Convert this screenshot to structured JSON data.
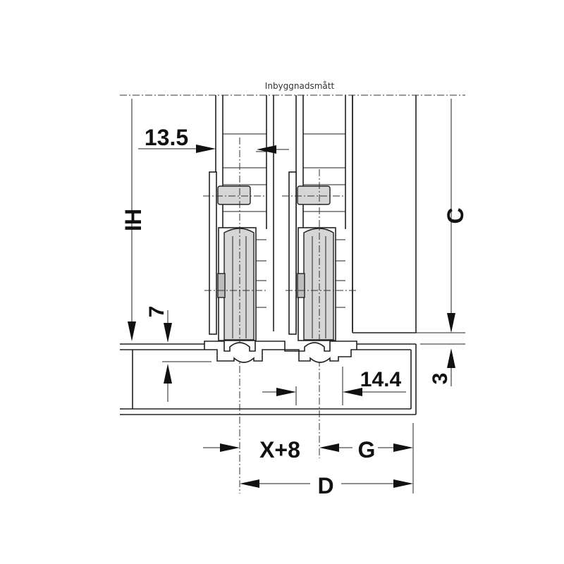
{
  "caption": "Inbyggnadsmått",
  "dimensions": {
    "offset_top": "13.5",
    "installation_height": "IH",
    "track_height": "7",
    "clearance_c": "C",
    "offset_side": "14.4",
    "bottom_gap": "3",
    "spacing_x": "X+8",
    "spacing_g": "G",
    "depth_d": "D"
  },
  "colors": {
    "line": "#222222",
    "wheel_fill": "#d6d6d6",
    "background": "#ffffff"
  }
}
